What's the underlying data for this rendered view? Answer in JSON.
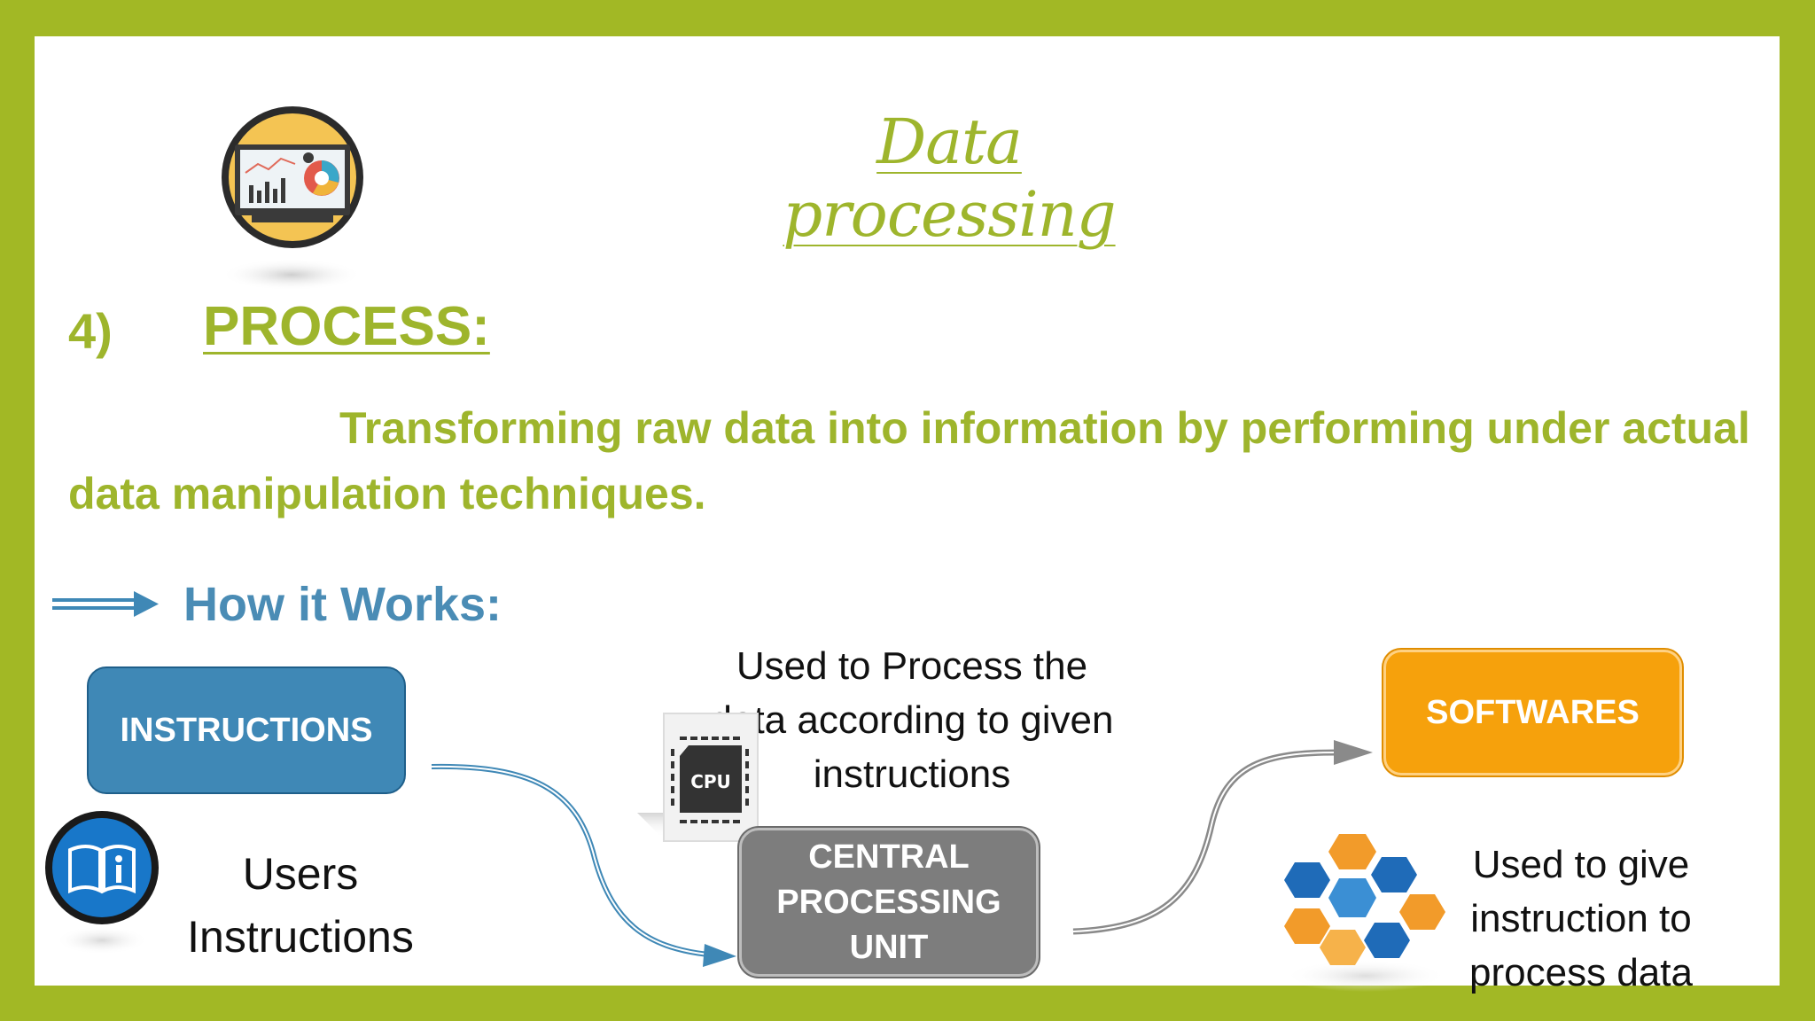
{
  "title": "Data processing",
  "section": {
    "number": "4)",
    "heading": "PROCESS:",
    "description": "Transforming raw data into information by performing under actual data manipulation techniques."
  },
  "how_it_works": "How it Works:",
  "diagram": {
    "instructions": {
      "label": "INSTRUCTIONS",
      "caption_line1": "Users",
      "caption_line2": "Instructions",
      "color": "#3f88b6"
    },
    "cpu": {
      "label_line1": "CENTRAL",
      "label_line2": "PROCESSING",
      "label_line3": "UNIT",
      "chip_label": "CPU",
      "caption_line1": "Used to Process the",
      "caption_line2": "data according to given",
      "caption_line3": "instructions",
      "color": "#7d7d7d"
    },
    "softwares": {
      "label": "SOFTWARES",
      "caption_line1": "Used to give",
      "caption_line2": "instruction to",
      "caption_line3": "process data",
      "color": "#f6a10c"
    }
  },
  "colors": {
    "frame": "#a2b825",
    "accent_green": "#9eb52c",
    "accent_blue": "#4a8cb5"
  },
  "icons": [
    "monitor-chart-icon",
    "info-book-icon",
    "cpu-chip-icon",
    "hexagon-cluster-icon",
    "arrow-right-icon"
  ]
}
